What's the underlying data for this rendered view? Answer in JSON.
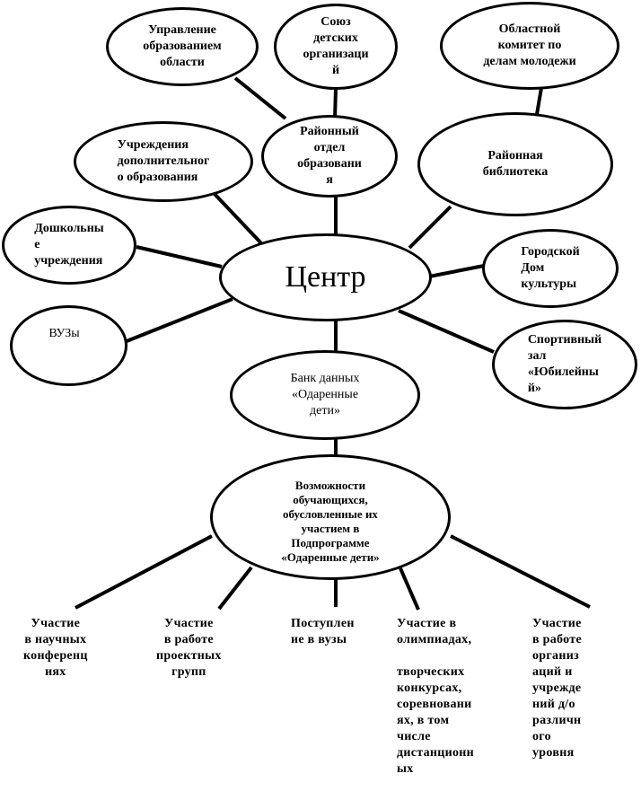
{
  "center": "Центр",
  "top_nodes": {
    "regional_education_dept": "Управление\nобразованием\nобласти",
    "children_orgs_union": "Союз\nдетских\nорганизаци\nй",
    "regional_youth_committee": "Областной\nкомитет по\nделам молодежи",
    "district_education_dept": "Районный\nотдел\nобразовани\nя",
    "additional_education": "Учреждения\nдополнительног\nо образования",
    "district_library": "Районная\nбиблиотека",
    "preschool": "Дошкольны\nе\nучреждения",
    "house_of_culture": "Городской\nДом\nкультуры",
    "universities": "ВУЗы",
    "sports_hall": "Спортивный\nзал\n«Юбилейны\nй»"
  },
  "data_bank": "Банк данных\n«Одаренные\nдети»",
  "opportunities": "Возможности\nобучающихся,\nобусловленные их\nучастием в\nПодпрограмме\n«Одаренные дети»",
  "outcomes": {
    "scientific_conferences": "Участие\nв научных\nконференц\nиях",
    "project_groups": "Участие\nв работе\nпроектных\nгрупп",
    "university_admission": "Поступлен\nие в вузы",
    "olympiads": "Участие в\nолимпиадах,\n\nтворческих\nконкурсах,\nсоревновани\nях, в том\nчисле\nдистанционн\nых",
    "organizations_work": "Участие\nв работе\nорганиз\nаций и\nучрежде\nний д/о\nразличн\nого\nуровня"
  }
}
